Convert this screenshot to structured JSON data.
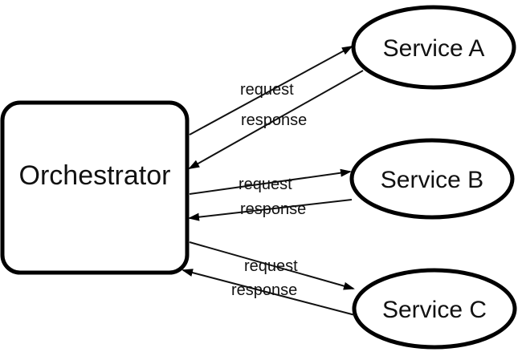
{
  "nodes": {
    "orchestrator": "Orchestrator",
    "service_a": "Service A",
    "service_b": "Service B",
    "service_c": "Service C"
  },
  "edges": [
    {
      "from": "Orchestrator",
      "to": "Service A",
      "label": "request"
    },
    {
      "from": "Service A",
      "to": "Orchestrator",
      "label": "response"
    },
    {
      "from": "Orchestrator",
      "to": "Service B",
      "label": "request"
    },
    {
      "from": "Service B",
      "to": "Orchestrator",
      "label": "response"
    },
    {
      "from": "Orchestrator",
      "to": "Service C",
      "label": "request"
    },
    {
      "from": "Service C",
      "to": "Orchestrator",
      "label": "response"
    }
  ]
}
